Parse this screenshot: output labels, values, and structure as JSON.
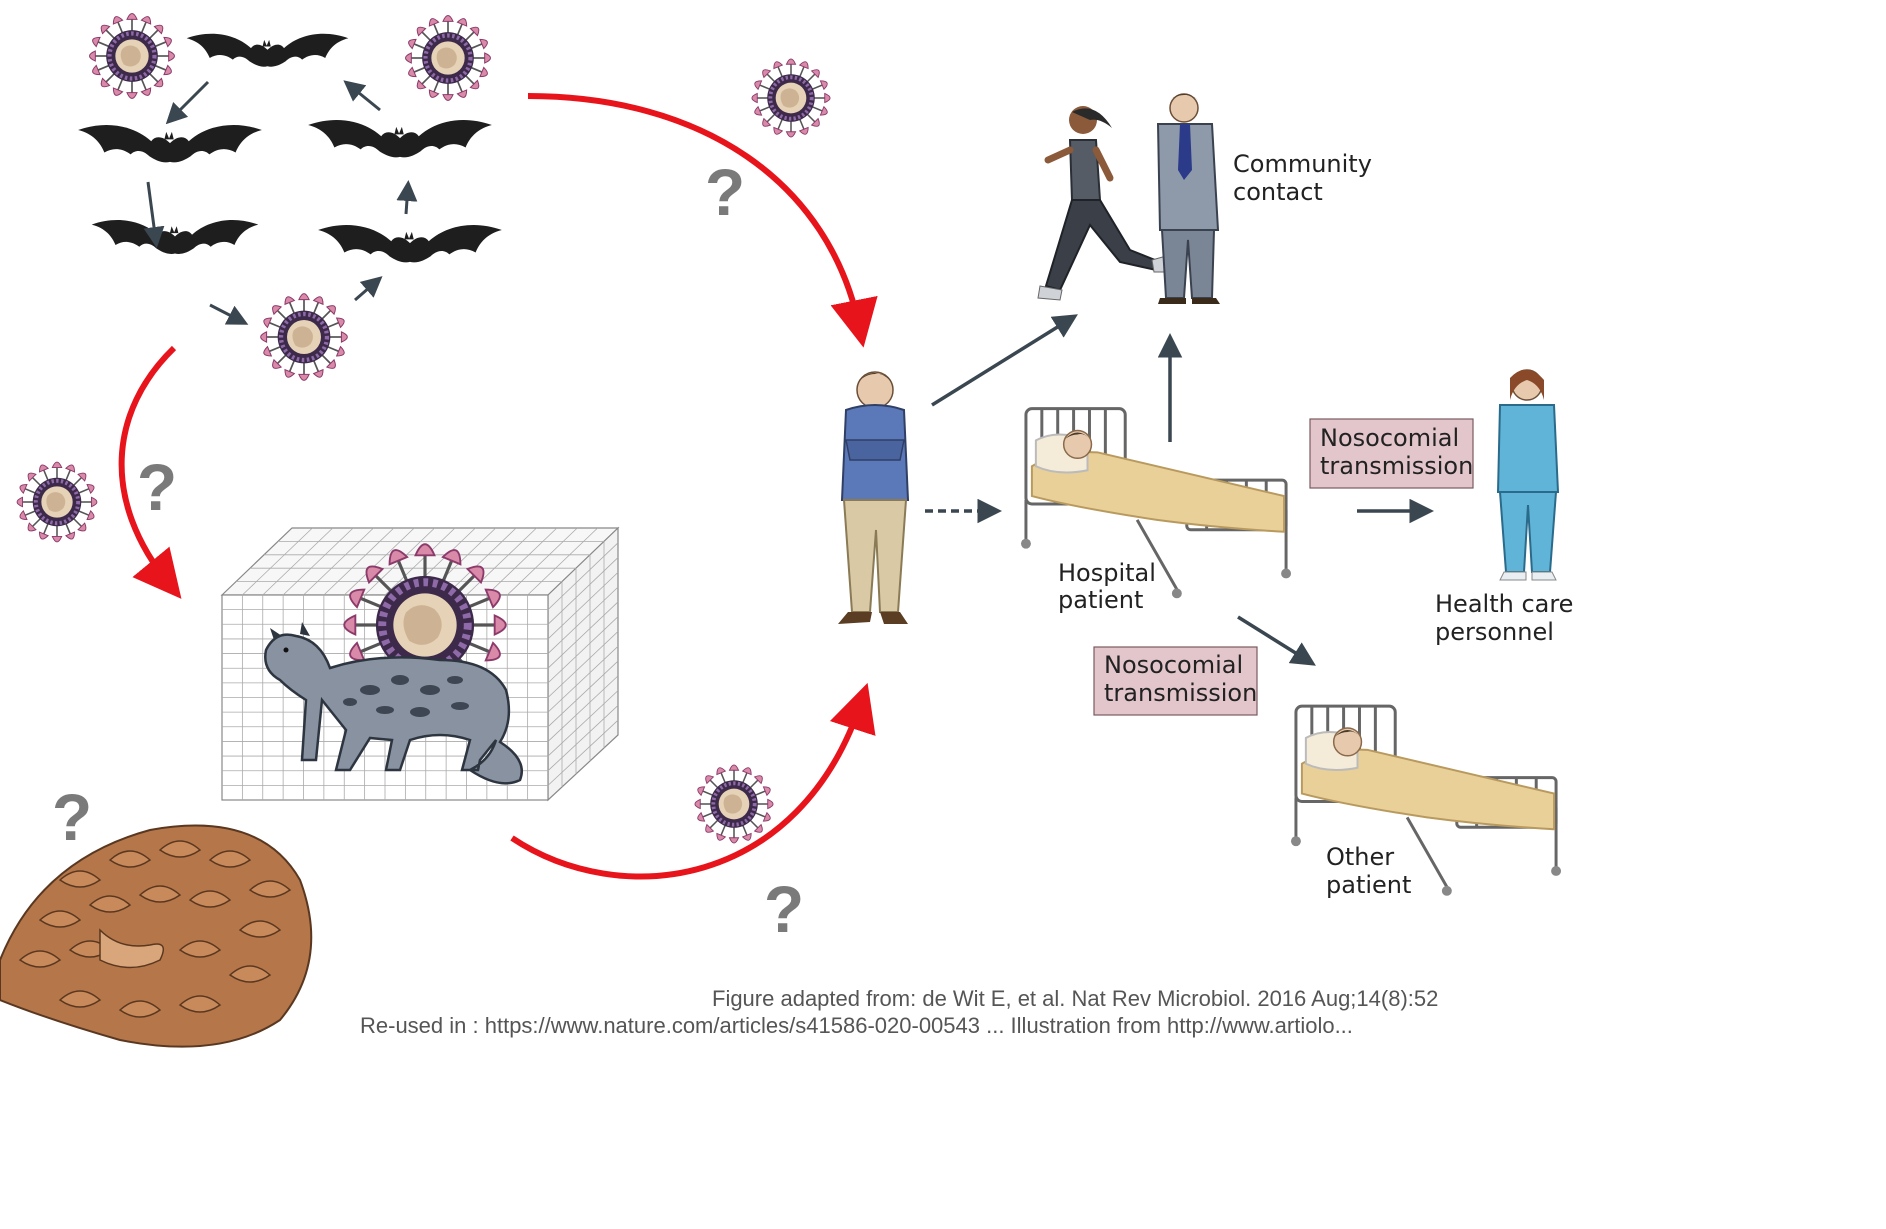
{
  "labels": {
    "community_contact_1": "Community",
    "community_contact_2": "contact",
    "hospital_patient_1": "Hospital",
    "hospital_patient_2": "patient",
    "nosocomial_1a": "Nosocomial",
    "nosocomial_1b": "transmission",
    "nosocomial_2a": "Nosocomial",
    "nosocomial_2b": "transmission",
    "health_care_1": "Health care",
    "health_care_2": "personnel",
    "other_patient_1": "Other",
    "other_patient_2": "patient"
  },
  "question_mark": "?",
  "credit": {
    "line1": "Figure adapted from:  de Wit E, et al. Nat Rev Microbiol. 2016 Aug;14(8):52",
    "line2": "Re-used in : https://www.nature.com/articles/s41586-020-00543 ... Illustration from http://www.artiolo..."
  },
  "colors": {
    "accent_red": "#e8141c",
    "arrow_dark": "#3a4750",
    "box_fill": "#e2c6cb",
    "virus_spike": "#d98aa8",
    "virus_core": "#6a2e6a",
    "bat": "#1e1e1e"
  }
}
